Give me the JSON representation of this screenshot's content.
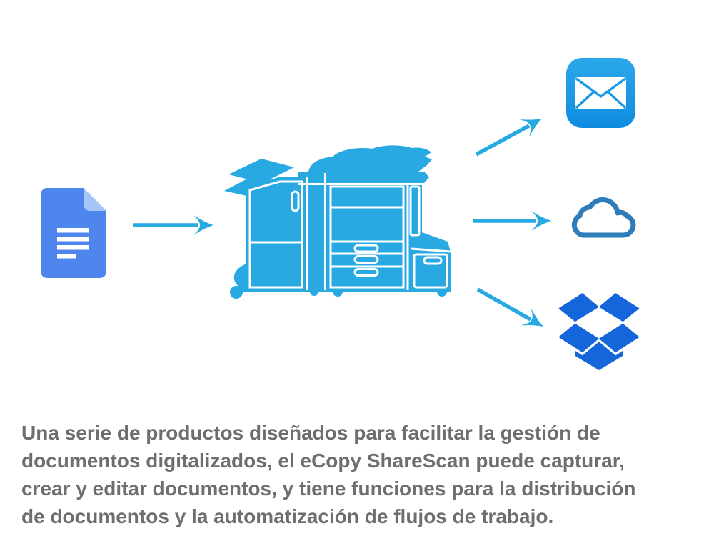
{
  "flow_diagram": {
    "source": {
      "name": "scanned-document",
      "icon": "google-docs-document-icon",
      "body_color": "#4E86EE",
      "fold_color": "#A6C6FA"
    },
    "hub": {
      "name": "multifunction-copier",
      "icon": "copier-icon",
      "color": "#29A9E1"
    },
    "destinations": [
      {
        "name": "email",
        "icon": "mail-app-icon",
        "color": "#1B9AE6"
      },
      {
        "name": "cloud",
        "icon": "cloud-icon",
        "color": "#2E7CB8"
      },
      {
        "name": "dropbox",
        "icon": "dropbox-icon",
        "color": "#1565DB"
      }
    ],
    "arrows": [
      {
        "from": "document",
        "to": "copier"
      },
      {
        "from": "copier",
        "to": "email"
      },
      {
        "from": "copier",
        "to": "cloud"
      },
      {
        "from": "copier",
        "to": "dropbox"
      }
    ],
    "arrow_color": "#29A9E1"
  },
  "caption": {
    "color": "#6D6E71",
    "lines": [
      "Una serie de productos diseñados para facilitar la gestión de",
      "documentos digitalizados, el eCopy ShareScan puede capturar,",
      "crear y editar documentos, y tiene funciones para la distribución",
      "de documentos y la automatización de flujos de trabajo."
    ]
  }
}
